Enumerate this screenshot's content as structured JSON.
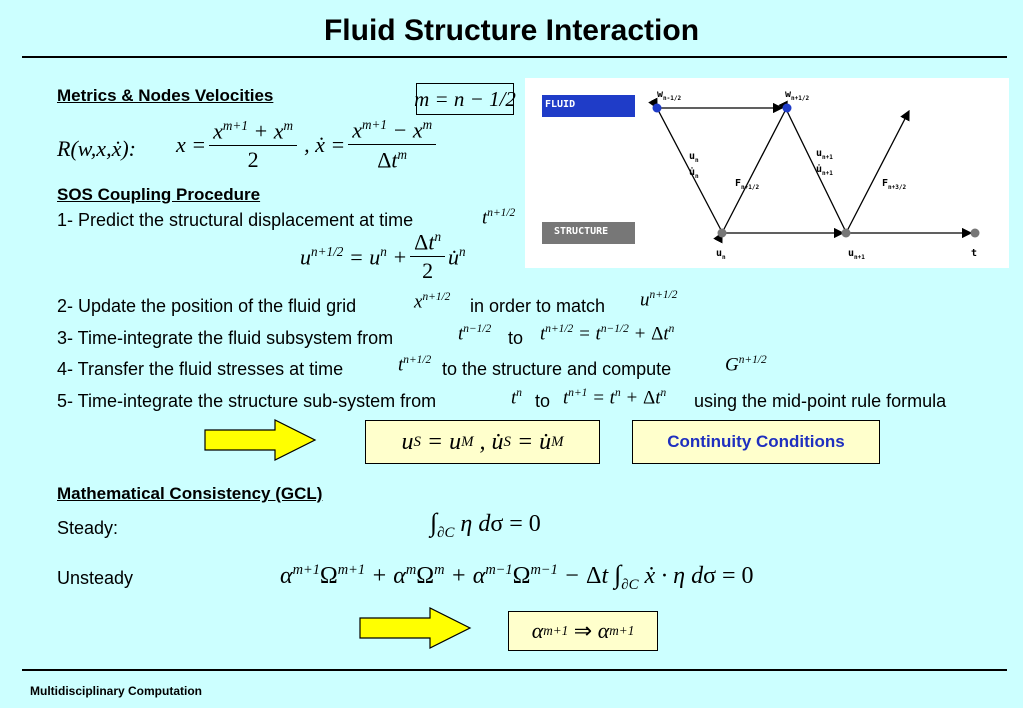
{
  "title": "Fluid Structure Interaction",
  "footer": "Multidisciplinary Computation",
  "metrics": {
    "heading": "Metrics & Nodes Velocities",
    "m_def": "m = n − 1/2",
    "R_label": "R(w,x,ẋ):"
  },
  "sos": {
    "heading": "SOS Coupling Procedure",
    "step1": "1- Predict the structural displacement at time",
    "step2_a": "2- Update the position of the fluid grid",
    "step2_b": "in order to match",
    "step3_a": "3- Time-integrate the fluid subsystem from",
    "step3_b": "to",
    "step4_a": "4- Transfer the fluid stresses at time",
    "step4_b": "to the structure and compute",
    "step5_a": "5- Time-integrate the structure sub-system from",
    "step5_b": "to",
    "step5_c": "using the mid-point rule formula"
  },
  "continuity": {
    "label": "Continuity Conditions",
    "label_color": "#1f2fbf",
    "arrow_color": "#ffff00"
  },
  "gcl": {
    "heading": "Mathematical Consistency (GCL)",
    "steady": "Steady:",
    "unsteady": "Unsteady"
  },
  "diagram": {
    "fluid_label": "FLUID",
    "structure_label": "STRUCTURE",
    "fluid_box_color": "#1f3cc8",
    "structure_box_color": "#777777",
    "node_colors": {
      "fluid": "#1f3cc8",
      "structure": "#777777"
    },
    "labels": {
      "w_left": "w",
      "w_left_sub": "n-1/2",
      "w_right": "w",
      "w_right_sub": "n+1/2",
      "u_n": "u",
      "u_n_sub": "n",
      "u_n1": "u",
      "u_n1_sub": "n+1",
      "t_axis": "t",
      "F_left": "F",
      "F_left_sub": "n+1/2",
      "F_right": "F",
      "F_right_sub": "n+3/2",
      "mid_left_u": "u",
      "mid_left_u_sub": "n",
      "mid_left_ud": "u̇",
      "mid_left_ud_sub": "n",
      "mid_right_u": "u",
      "mid_right_u_sub": "n+1",
      "mid_right_ud": "u̇",
      "mid_right_ud_sub": "n+1"
    }
  }
}
